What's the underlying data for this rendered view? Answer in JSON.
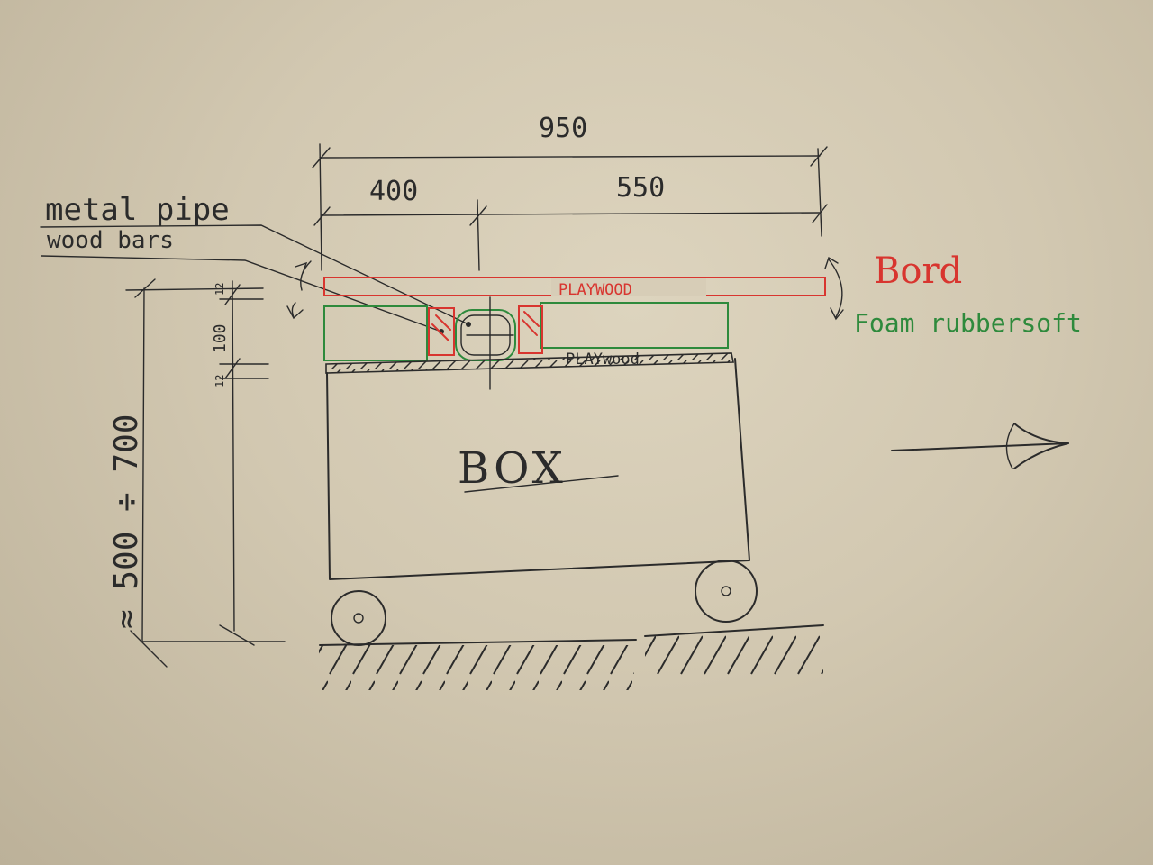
{
  "dimensions": {
    "total": "950",
    "left": "400",
    "right": "550",
    "height_range": "≈ 500 ÷ 700",
    "layer_top": "12",
    "layer_mid": "100",
    "layer_bottom": "12"
  },
  "labels": {
    "metal_pipe": "metal pipe",
    "wood_bars": "wood bars",
    "playwood_top": "PLAYWOOD",
    "playwood_bottom": "PLAYwood",
    "bord": "Bord",
    "foam": "Foam rubbersoft",
    "box": "BOX"
  },
  "colors": {
    "ink": "#2b2b2b",
    "red": "#d8352f",
    "green": "#2e8a3c"
  }
}
